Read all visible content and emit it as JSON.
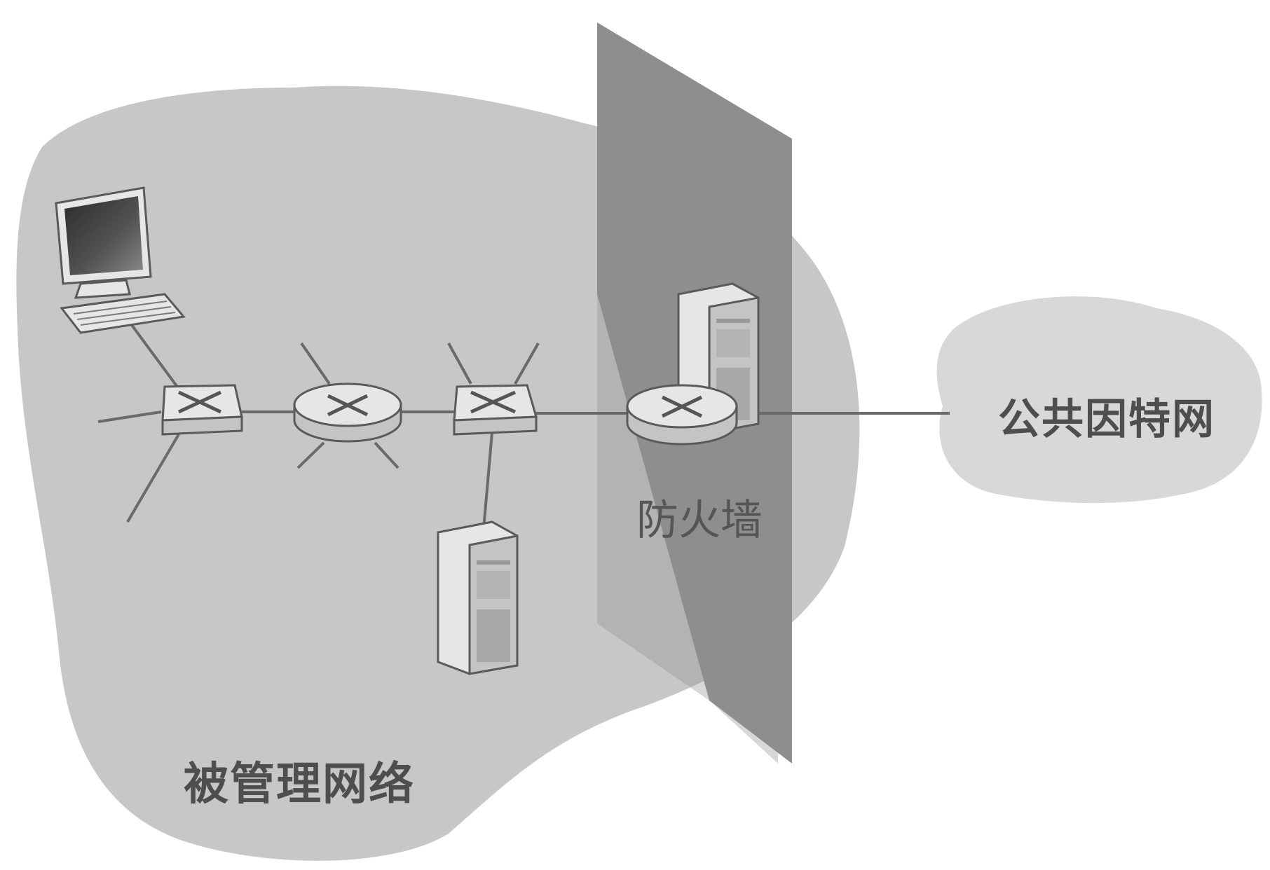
{
  "labels": {
    "managed_network": "被管理网络",
    "firewall": "防火墙",
    "public_internet": "公共因特网"
  },
  "colors": {
    "managed_cloud": "#c7c7c7",
    "internet_cloud": "#d8d8d8",
    "firewall_wall": "#8e8e8e",
    "device": "#e6e6e6",
    "line": "#6a6a6a"
  },
  "nodes": [
    {
      "id": "workstation",
      "kind": "computer"
    },
    {
      "id": "switch-1",
      "kind": "switch"
    },
    {
      "id": "router-1",
      "kind": "router"
    },
    {
      "id": "switch-2",
      "kind": "switch"
    },
    {
      "id": "server-1",
      "kind": "server"
    },
    {
      "id": "firewall-router",
      "kind": "router"
    },
    {
      "id": "firewall-server",
      "kind": "server"
    }
  ]
}
